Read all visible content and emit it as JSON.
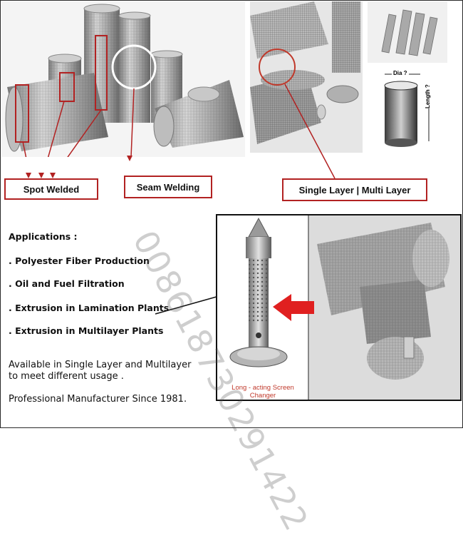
{
  "labels": {
    "spot_welded": "Spot Welded",
    "seam_welding": "Seam Welding",
    "single_multi_layer": "Single Layer | Multi Layer"
  },
  "dimension": {
    "dia": "Dia ?",
    "length": "Length ?"
  },
  "applications": {
    "heading": "Applications :",
    "items": [
      ". Polyester Fiber Production",
      ". Oil and Fuel Filtration",
      ". Extrusion in Lamination Plants",
      ". Extrusion in Multilayer Plants"
    ]
  },
  "availability_text": "Available in Single Layer and Multilayer\n to meet different usage .",
  "manufacturer_text": "Professional Manufacturer Since 1981.",
  "screen_changer_caption": "Long - acting Screen Changer",
  "watermark": "008618730291422",
  "colors": {
    "accent_red": "#b22222",
    "arrow_red": "#e02020"
  }
}
